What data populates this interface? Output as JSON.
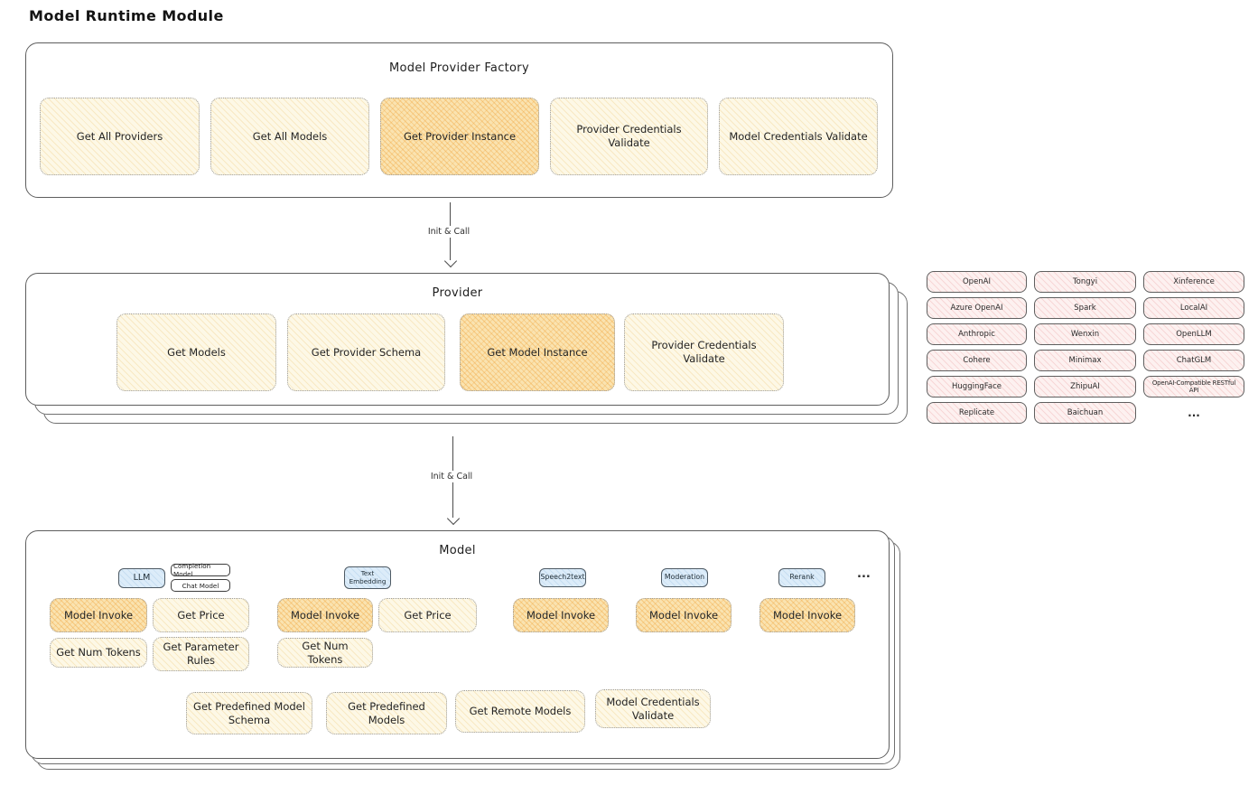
{
  "title": "Model Runtime Module",
  "factory": {
    "title": "Model Provider Factory",
    "items": [
      {
        "label": "Get All Providers",
        "highlighted": false
      },
      {
        "label": "Get All Models",
        "highlighted": false
      },
      {
        "label": "Get Provider Instance",
        "highlighted": true
      },
      {
        "label": "Provider Credentials Validate",
        "highlighted": false
      },
      {
        "label": "Model Credentials Validate",
        "highlighted": false
      }
    ]
  },
  "arrows": {
    "first_label": "Init & Call",
    "second_label": "Init & Call"
  },
  "provider": {
    "title": "Provider",
    "items": [
      {
        "label": "Get Models",
        "highlighted": false
      },
      {
        "label": "Get Provider Schema",
        "highlighted": false
      },
      {
        "label": "Get Model Instance",
        "highlighted": true
      },
      {
        "label": "Provider Credentials Validate",
        "highlighted": false
      }
    ]
  },
  "providers_list": {
    "items": [
      "OpenAI",
      "Tongyi",
      "Xinference",
      "Azure OpenAI",
      "Spark",
      "LocalAI",
      "Anthropic",
      "Wenxin",
      "OpenLLM",
      "Cohere",
      "Minimax",
      "ChatGLM",
      "HuggingFace",
      "ZhipuAI",
      "OpenAI-Compatible RESTful API",
      "Replicate",
      "Baichuan"
    ],
    "ellipsis": "..."
  },
  "model": {
    "title": "Model",
    "tags": [
      "LLM",
      "Completion Model",
      "Chat Model",
      "Text Embedding",
      "Speech2text",
      "Moderation",
      "Rerank"
    ],
    "ellipsis": "...",
    "row1": [
      {
        "label": "Model Invoke",
        "highlighted": true
      },
      {
        "label": "Get Price",
        "highlighted": false
      },
      {
        "label": "Model Invoke",
        "highlighted": true
      },
      {
        "label": "Get Price",
        "highlighted": false
      },
      {
        "label": "Model Invoke",
        "highlighted": true
      },
      {
        "label": "Model Invoke",
        "highlighted": true
      },
      {
        "label": "Model Invoke",
        "highlighted": true
      }
    ],
    "row2": [
      "Get Num Tokens",
      "Get Parameter Rules",
      "Get Num Tokens"
    ],
    "row3": [
      "Get Predefined Model Schema",
      "Get Predefined Models",
      "Get Remote Models",
      "Model Credentials Validate"
    ]
  },
  "colors": {
    "card_yellow": "#fdf8e6",
    "card_highlight_orange": "#fae3b0",
    "provider_pink": "#fdf1f0",
    "tag_blue": "#dcecf9",
    "box_border": "#5e5e5e"
  }
}
